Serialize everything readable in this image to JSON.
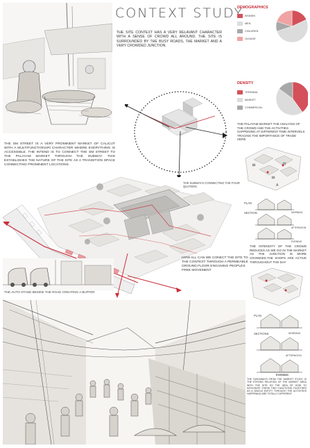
{
  "header": {
    "title": "CONTEXT STUDY"
  },
  "intro_text": "THE SITE CONTEXT HAS A VERY RELAVANT CHARACTER WITH A SENSE OF CROWD ALL AROUND, THE SITE IS SURROUNDED BY THE BUSY ROADS, THE MARKET AND A VERY CROWDED JUNCTION.",
  "sm_street_text": "THE SM STREET IS A VERY PROMINENT MARKET OF CALICUT WITH A MULTIFUNCTIONARI CHARACTER WHERE EVERYTHING IS ACCESSIBLE. THE INTEND IS TO CONNECT THE SM STREET TO THE PALAYAM MARKET THROUGH THE SUBWAY. THIS ESTABLISHES THE NATURE OF THE SITE AS A TRANSITION SPACE CONNECTING PROMINENT LOCATIONS.",
  "subway_label": "THE SUBWAYS CONNECTING THE FOUR QUATERS",
  "how_text": "HOW ALL CAN WE CONECT THE SITE TO THE CONTEXT THROUGH A PERMEABLE GROUND FLOOR ENGANING PEOPLES FREE MOVEMENT",
  "auto_caption": "THE AUTO STAND BESIDE THE ROAD CREATING A BUFFER",
  "palayam_text": "THE PALAYAM MARKET THE ANALYSIS OF THE CROWD AND THE ACTIVITIES HAPPENING AT DIFFERENT TIME INTERVELS TRACING THE IMPORTANCE OF TRADE HERE",
  "intensity_text": "THE INTENSITY OF THE CROWD REDUCES AS WE GO IN THE MARKET AS THE JUNCTION IS MORE CROWDED.THE SHOPS ARE ACTIVE THROUGHOUT THE DAY",
  "footer_text": "THE TAKEAWAYS FROM THE MARKET STUDY IS THE STRONG RELATION OF THE MARKET AREA WITH THE SITE SO THE IDEA OF HOW TO INTEGRATE THESE TWO FUNCTIONS TOGETHER AS A SINGLE ENTITY THROUGH THE ACTIVITIES HAPPENING ARE TOTALLY DIFFERENT",
  "demographics": {
    "title": "DEMOGRAPHICS",
    "items": [
      {
        "label": "WOMEN",
        "color": "#d4505a",
        "value": 18
      },
      {
        "label": "MEN",
        "color": "#dcdcdc",
        "value": 52
      },
      {
        "label": "CHILDREN",
        "color": "#a8a8a8",
        "value": 10
      },
      {
        "label": "OLDAGE",
        "color": "#f0a3a3",
        "value": 20
      }
    ]
  },
  "density": {
    "title": "DENSITY",
    "items": [
      {
        "label": "TERMINAL",
        "color": "#d4505a",
        "value": 40
      },
      {
        "label": "MARKET",
        "color": "#dcdcdc",
        "value": 45
      },
      {
        "label": "COMMERCIAL",
        "color": "#a8a8a8",
        "value": 15
      }
    ]
  },
  "study_top": {
    "plan": "PLAN",
    "section": "SECTION",
    "morning": "MORNING",
    "afternoon": "AFTERNOON",
    "evening": "EVENING",
    "marker_a": "A"
  },
  "study_bottom": {
    "plan": "PLAN",
    "sections": "SECTIONS",
    "morning": "MORNING",
    "afternoon": "AFTERNOON",
    "evening": "EVENING"
  }
}
